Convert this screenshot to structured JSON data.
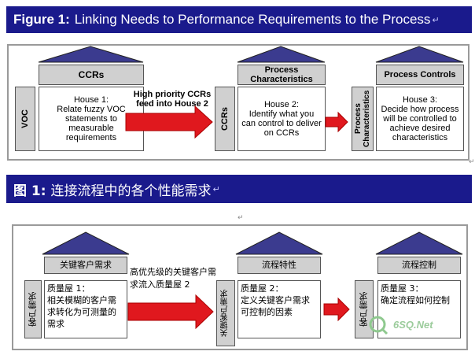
{
  "figure_en": {
    "title_num": "Figure 1:",
    "title_text": "Linking Needs to Performance Requirements to the Process",
    "house1": {
      "side": "VOC",
      "roof": "CCRs",
      "text": "House 1:\nRelate fuzzy VOC statements to measurable requirements"
    },
    "feed_text": "High priority CCRs feed into House 2",
    "house2": {
      "side": "CCRs",
      "roof": "Process Characteristics",
      "text": "House 2:\nIdentify what you can control to deliver on CCRs"
    },
    "house3": {
      "side": "Process Characteristics",
      "roof": "Process Controls",
      "text": "House 3:\nDecide how process will be controlled to achieve desired characteristics"
    }
  },
  "figure_zh": {
    "title_num": "图 1:",
    "title_text": "连接流程中的各个性能需求",
    "house1": {
      "side": "客户需求",
      "roof": "关键客户需求",
      "text": "质量屋 1：\n相关模糊的客户需求转化为可测量的需求"
    },
    "feed_text": "高优先级的关键客户需求流入质量屋 2",
    "house2": {
      "side": "关键客户需求",
      "roof": "流程特性",
      "text": "质量屋 2：\n定义关键客户需求可控制的因素"
    },
    "house3": {
      "side": "客户需求",
      "roof": "流程控制",
      "text": "质量屋 3：\n确定流程如何控制"
    }
  },
  "marks": {
    "paragraph": "↵",
    "watermark": "6SQ.Net"
  },
  "colors": {
    "title_bg": "#1a1a8c",
    "roof": "#3b3b8f",
    "arrow": "#e0181e",
    "gray_box": "#d0d0d0"
  }
}
